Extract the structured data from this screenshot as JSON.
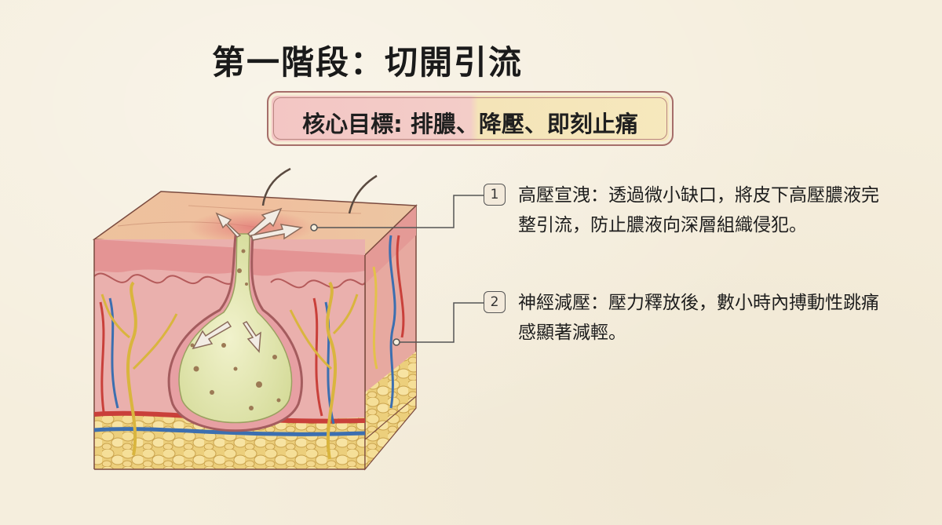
{
  "title": "第一階段：切開引流",
  "goal": "核心目標: 排膿、降壓、即刻止痛",
  "points": [
    {
      "number": "1",
      "text": "高壓宣洩：透過微小缺口，將皮下高壓膿液完整引流，防止膿液向深層組織侵犯。"
    },
    {
      "number": "2",
      "text": "神經減壓：壓力釋放後，數小時內搏動性跳痛感顯著減輕。"
    }
  ],
  "colors": {
    "skin_surface": "#eec49f",
    "dermis": "#e9aaa6",
    "fat": "#f1d68b",
    "pus": "#e6e8b6",
    "artery": "#c9403a",
    "vein": "#3c6fb0",
    "nerve": "#e3c14a"
  }
}
